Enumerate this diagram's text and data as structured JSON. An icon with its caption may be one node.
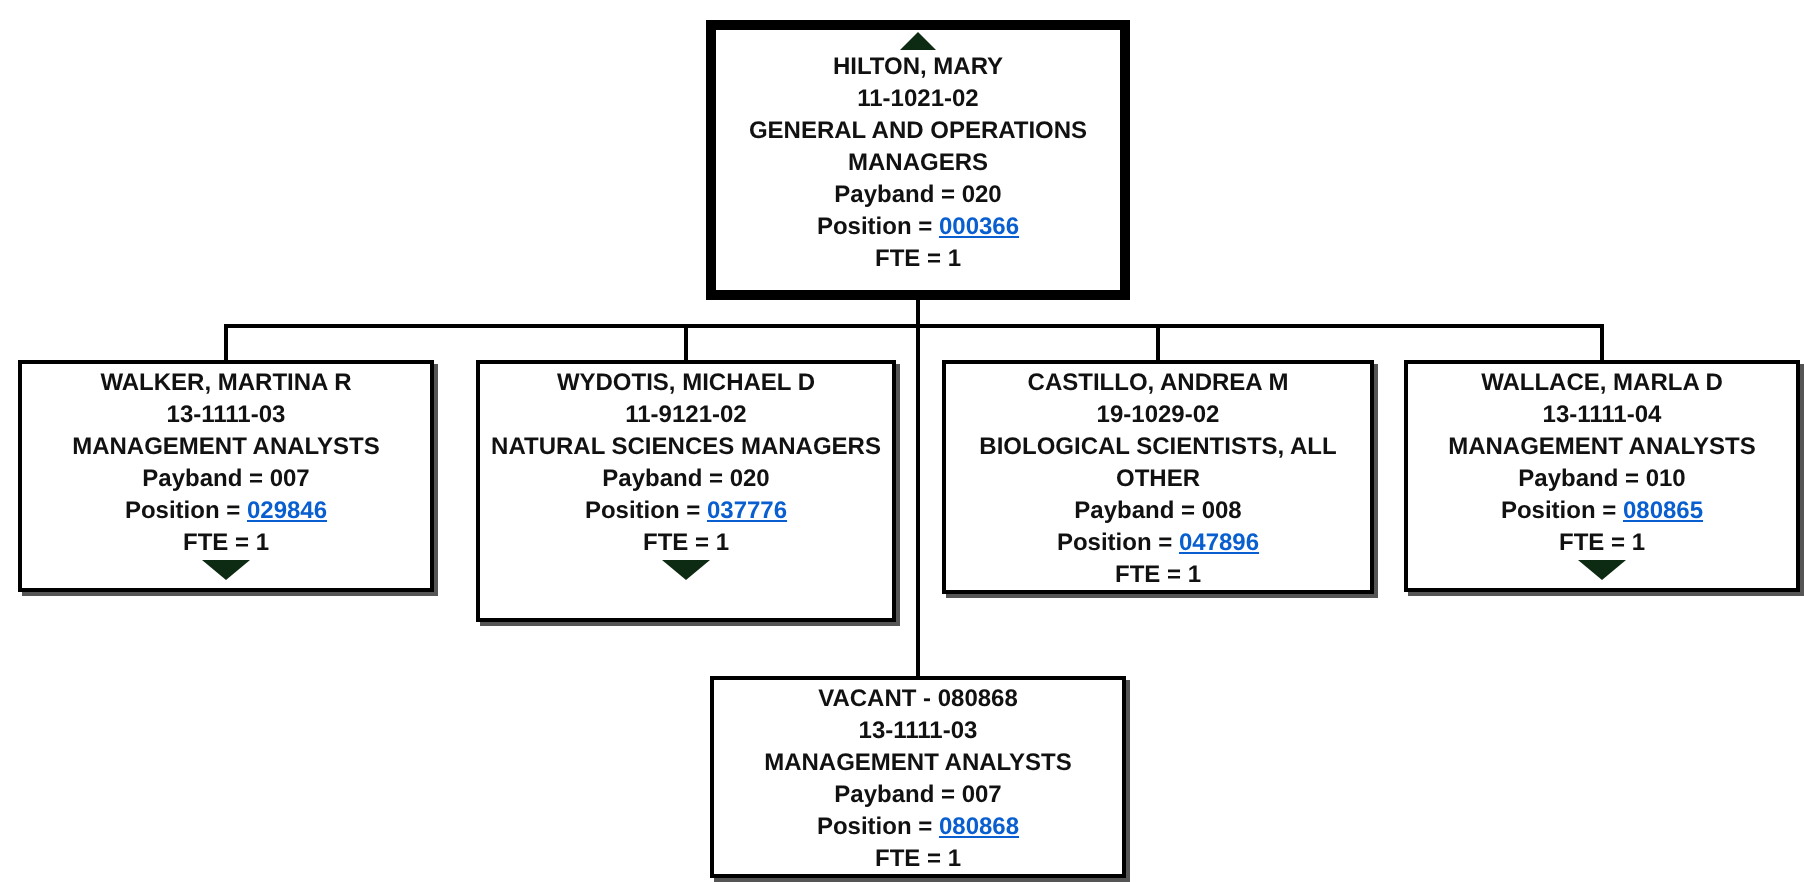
{
  "diagram": {
    "nodes": [
      {
        "text": [
          "HILTON, MARY",
          "11-1021-02",
          "GENERAL AND OPERATIONS MANAGERS",
          "Payband = 020",
          "Position =",
          "000366",
          "FTE = 1"
        ]
      },
      {
        "text": [
          "WALKER, MARTINA R",
          "13-1111-03",
          "MANAGEMENT ANALYSTS",
          "Payband = 007",
          "Position =",
          "029846",
          "FTE = 1"
        ]
      },
      {
        "text": [
          "WYDOTIS, MICHAEL D",
          "11-9121-02",
          "NATURAL SCIENCES MANAGERS",
          "Payband = 020",
          "Position =",
          "037776",
          "FTE = 1"
        ]
      },
      {
        "text": [
          "CASTILLO, ANDREA M",
          "19-1029-02",
          "BIOLOGICAL SCIENTISTS, ALL OTHER",
          "Payband = 008",
          "Position =",
          "047896",
          "FTE = 1"
        ]
      },
      {
        "text": [
          "WALLACE, MARLA D",
          "13-1111-04",
          "MANAGEMENT ANALYSTS",
          "Payband = 010",
          "Position =",
          "080865",
          "FTE = 1"
        ]
      },
      {
        "text": [
          "VACANT - 080868",
          "13-1111-03",
          "MANAGEMENT ANALYSTS",
          "Payband = 007",
          "Position =",
          "080868",
          "FTE = 1"
        ]
      }
    ],
    "edges": [
      {
        "from": 0,
        "to": 1,
        "arrow": "none"
      },
      {
        "from": 0,
        "to": 2,
        "arrow": "none"
      },
      {
        "from": 0,
        "to": 3,
        "arrow": "none"
      },
      {
        "from": 0,
        "to": 4,
        "arrow": "none"
      },
      {
        "from": 0,
        "to": 5,
        "arrow": "none"
      }
    ]
  }
}
